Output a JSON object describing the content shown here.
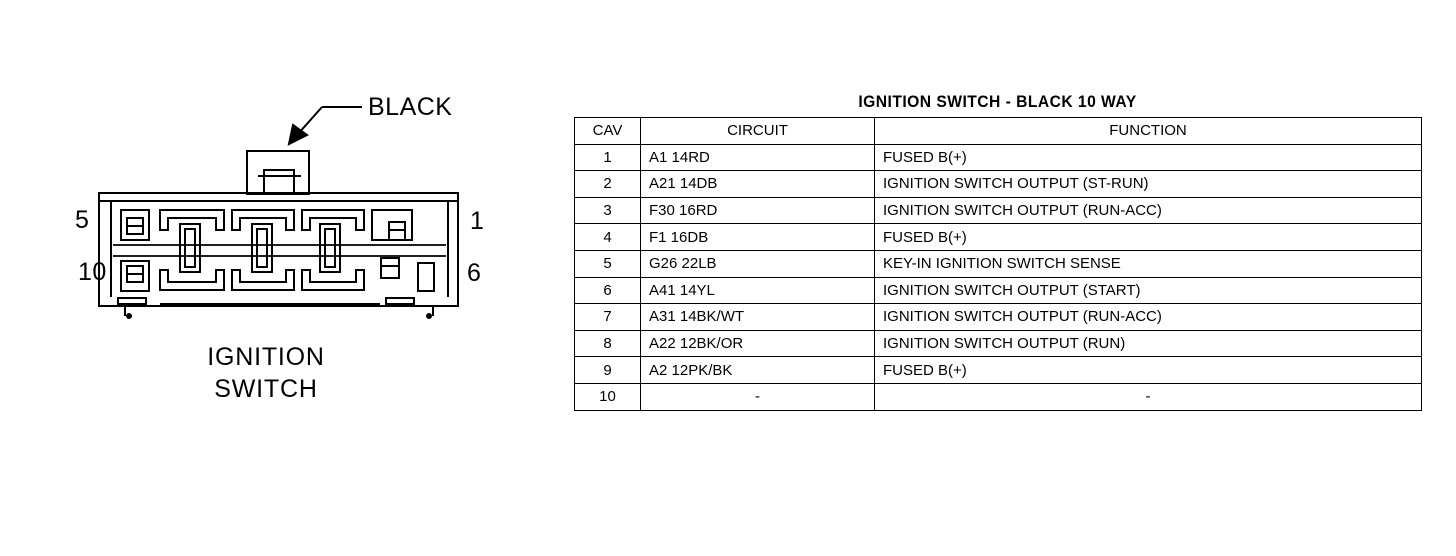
{
  "diagram": {
    "color_label": "BLACK",
    "pin_labels": {
      "top_left": "5",
      "top_right": "1",
      "bottom_left": "10",
      "bottom_right": "6"
    },
    "caption_line1": "IGNITION",
    "caption_line2": "SWITCH"
  },
  "table": {
    "title": "IGNITION SWITCH - BLACK 10 WAY",
    "headers": {
      "cav": "CAV",
      "circuit": "CIRCUIT",
      "function": "FUNCTION"
    },
    "rows": [
      {
        "cav": "1",
        "circuit": "A1 14RD",
        "function": "FUSED B(+)"
      },
      {
        "cav": "2",
        "circuit": "A21 14DB",
        "function": "IGNITION SWITCH OUTPUT (ST-RUN)"
      },
      {
        "cav": "3",
        "circuit": "F30 16RD",
        "function": "IGNITION SWITCH OUTPUT (RUN-ACC)"
      },
      {
        "cav": "4",
        "circuit": "F1 16DB",
        "function": "FUSED B(+)"
      },
      {
        "cav": "5",
        "circuit": "G26 22LB",
        "function": "KEY-IN IGNITION SWITCH SENSE"
      },
      {
        "cav": "6",
        "circuit": "A41 14YL",
        "function": "IGNITION SWITCH OUTPUT (START)"
      },
      {
        "cav": "7",
        "circuit": "A31 14BK/WT",
        "function": "IGNITION SWITCH OUTPUT (RUN-ACC)"
      },
      {
        "cav": "8",
        "circuit": "A22 12BK/OR",
        "function": "IGNITION SWITCH OUTPUT (RUN)"
      },
      {
        "cav": "9",
        "circuit": "A2 12PK/BK",
        "function": "FUSED B(+)"
      },
      {
        "cav": "10",
        "circuit": "-",
        "function": "-"
      }
    ]
  }
}
